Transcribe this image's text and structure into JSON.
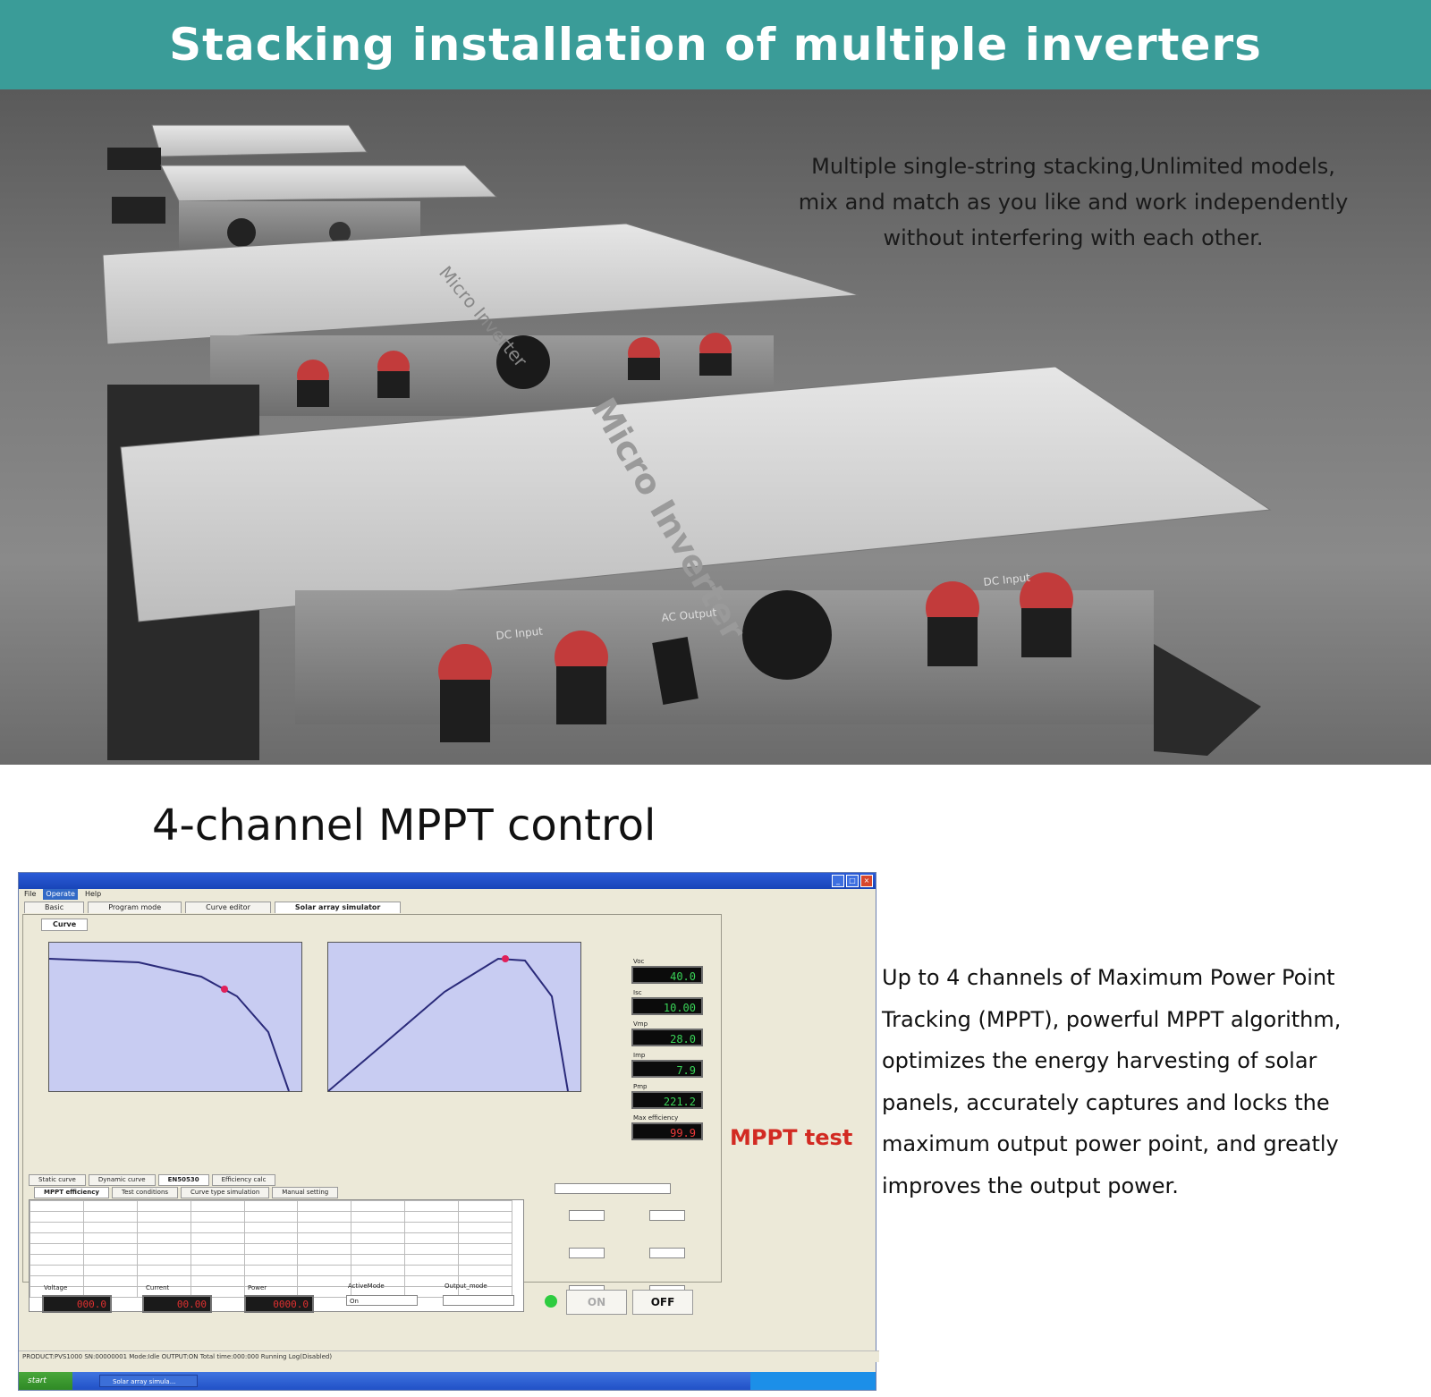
{
  "banner": {
    "title": "Stacking installation of multiple inverters"
  },
  "photo": {
    "description_lines": [
      "Multiple single-string stacking,Unlimited models,",
      "mix and match as you like and work independently",
      "without interfering with each other."
    ],
    "inverter_label": "Micro Inverter",
    "dc_input_label": "DC Input",
    "ac_output_label": "AC Output"
  },
  "section2": {
    "title": "4-channel MPPT control",
    "mppt_test_label": "MPPT test",
    "description_lines": [
      "Up to 4 channels of Maximum Power Point",
      "Tracking (MPPT), powerful MPPT algorithm,",
      " optimizes the energy harvesting of solar",
      " panels, accurately captures and locks the",
      "maximum output power point, and greatly",
      "improves the output power."
    ]
  },
  "software": {
    "menu": [
      "File",
      "Operate",
      "Help"
    ],
    "tabs": [
      "Basic",
      "Program mode",
      "Curve editor",
      "Solar array simulator"
    ],
    "active_tab": "Solar array simulator",
    "subtab": "Curve",
    "lower_tabs": [
      "Static curve",
      "Dynamic curve",
      "EN50530",
      "Efficiency calc"
    ],
    "lower_tab_active": "EN50530",
    "second_tabs": [
      "MPPT efficiency",
      "Test conditions",
      "Curve type simulation",
      "Manual setting"
    ],
    "readouts": [
      {
        "label": "Voc",
        "value": "40.0",
        "color": "green"
      },
      {
        "label": "Isc",
        "value": "10.00",
        "color": "green"
      },
      {
        "label": "Vmp",
        "value": "28.0",
        "color": "green"
      },
      {
        "label": "Imp",
        "value": "7.9",
        "color": "green"
      },
      {
        "label": "Pmp",
        "value": "221.2",
        "color": "green"
      },
      {
        "label": "Max efficiency",
        "value": "99.9",
        "color": "red"
      }
    ],
    "bottom": {
      "voltage_label": "Voltage",
      "current_label": "Current",
      "power_label": "Power",
      "voltage_value": "000.0",
      "current_value": "00.00",
      "power_value": "0000.0",
      "activation_label": "ActiveMode",
      "activation_value": "On",
      "output_mode_label": "Output_mode",
      "on_label": "ON",
      "off_label": "OFF"
    },
    "statusbar": "PRODUCT:PVS1000   SN:00000001   Mode:Idle   OUTPUT:ON   Total time:000:000   Running Log(Disabled)",
    "taskbar_start": "start",
    "taskbar_task": "Solar array simula..."
  },
  "colors": {
    "banner": "#3a9c98",
    "plot_bg": "#c8ccf2",
    "curve": "#2a2a7a",
    "mpp_point": "#e0205a",
    "mppt_test": "#d22a22"
  }
}
